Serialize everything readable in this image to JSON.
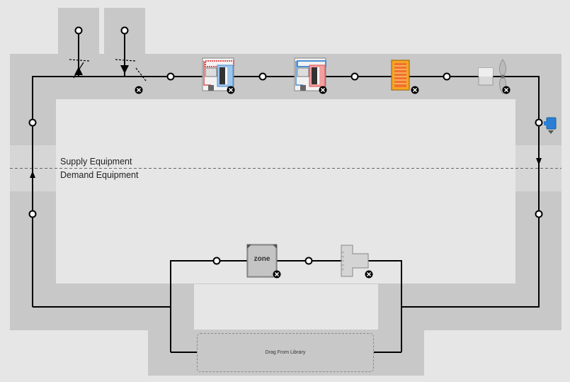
{
  "labels": {
    "supply": "Supply Equipment",
    "demand": "Demand Equipment",
    "drop_target": "Drag From Library",
    "zone": "zone"
  },
  "colors": {
    "background": "#e6e6e6",
    "loop_band": "#c8c8c8",
    "line": "#000000",
    "coil_heating": "#e05050",
    "coil_cooling": "#4a8fd6",
    "setpoint_manager": "#2a7fd4"
  },
  "icons": [
    "outdoor-air-mixer-icon",
    "heat-pump-heating-coil-icon",
    "heat-pump-cooling-coil-icon",
    "electric-heating-coil-icon",
    "supply-fan-icon",
    "setpoint-manager-icon",
    "thermal-zone-icon",
    "air-terminal-diffuser-icon",
    "remove-component-icon"
  ]
}
